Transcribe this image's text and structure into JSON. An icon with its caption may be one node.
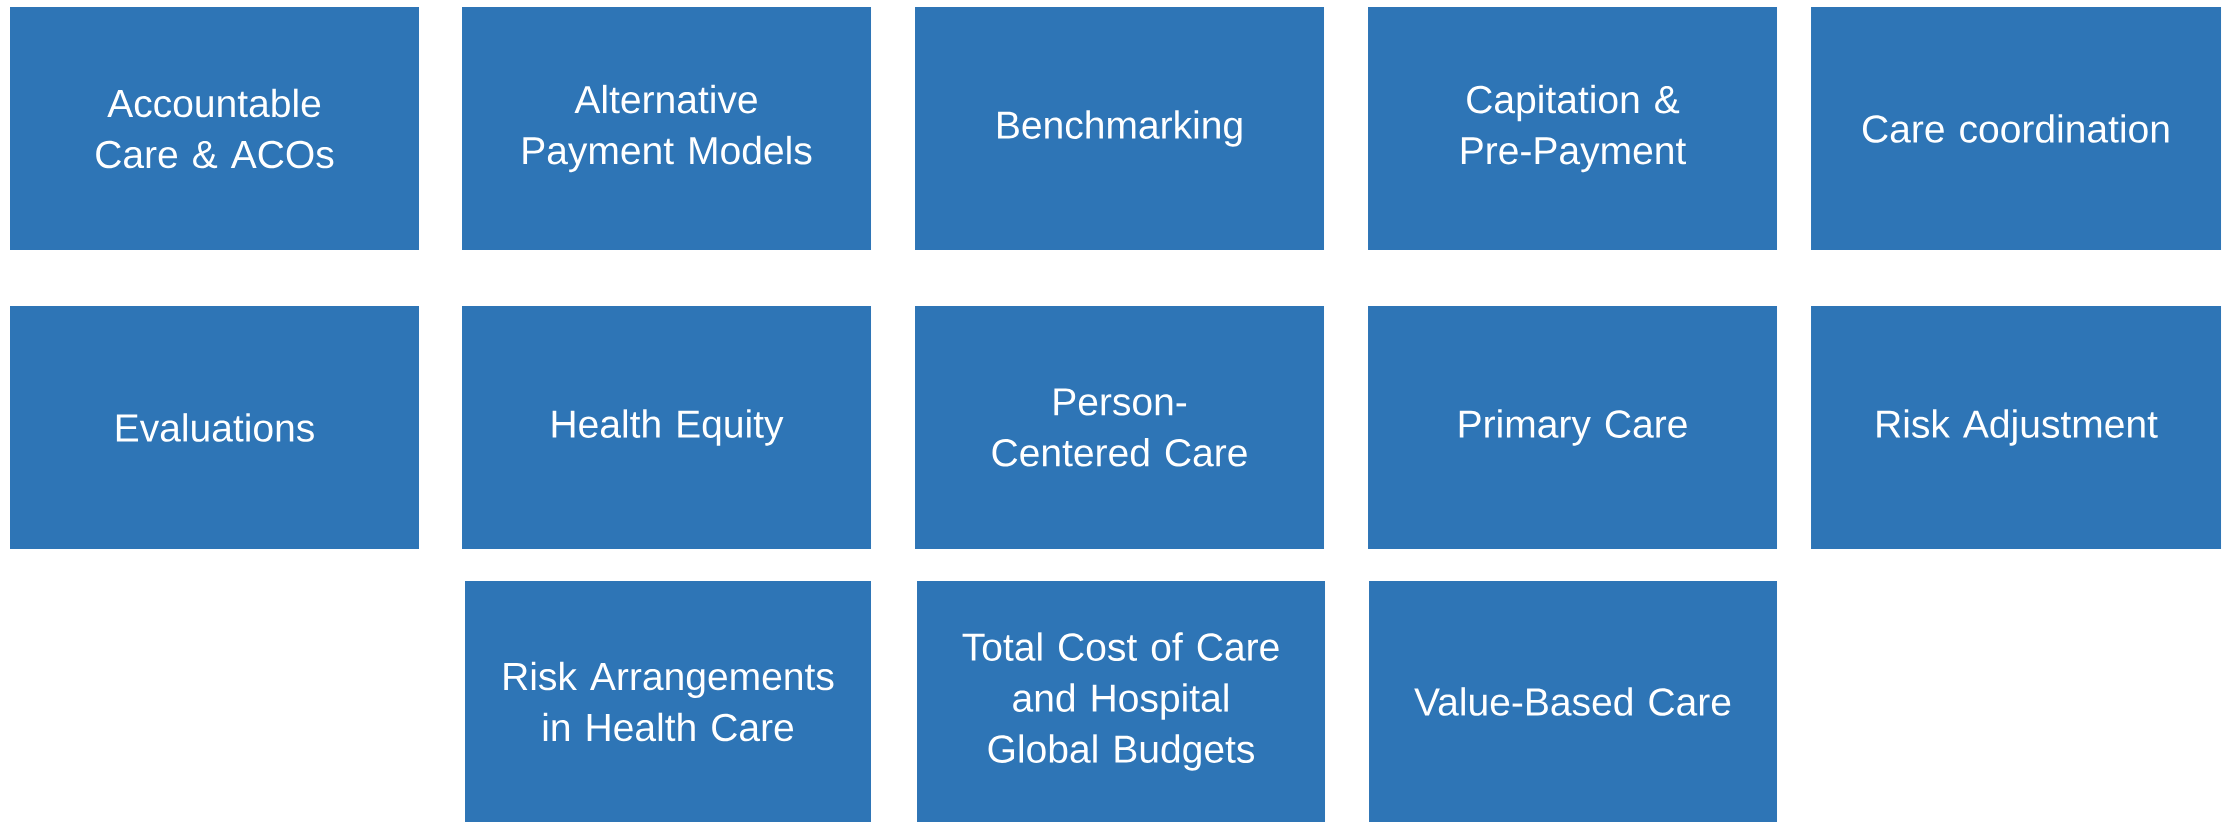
{
  "diagram": {
    "nodes": [
      {
        "text": [
          "Accountable Care & ACOs"
        ]
      },
      {
        "text": [
          "Alternative Payment Models"
        ]
      },
      {
        "text": [
          "Benchmarking"
        ]
      },
      {
        "text": [
          "Capitation & Pre-Payment"
        ]
      },
      {
        "text": [
          "Care coordination"
        ]
      },
      {
        "text": [
          "Evaluations"
        ]
      },
      {
        "text": [
          "Health Equity"
        ]
      },
      {
        "text": [
          "Person-Centered Care"
        ]
      },
      {
        "text": [
          "Primary Care"
        ]
      },
      {
        "text": [
          "Risk Adjustment"
        ]
      },
      {
        "text": [
          "Risk Arrangements in Health Care"
        ]
      },
      {
        "text": [
          "Total Cost of Care and Hospital Global Budgets"
        ]
      },
      {
        "text": [
          "Value-Based Care"
        ]
      }
    ]
  }
}
